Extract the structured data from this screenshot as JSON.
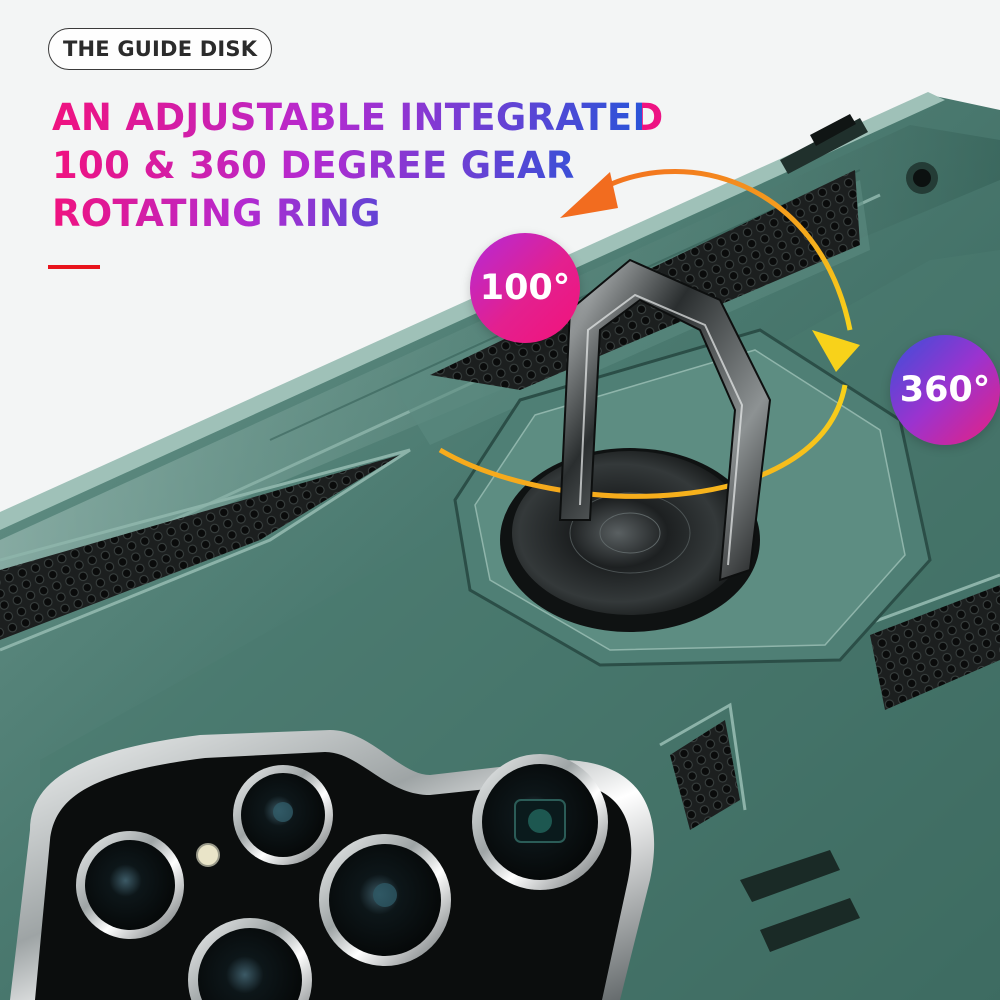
{
  "badge": {
    "label": "THE GUIDE DISK"
  },
  "headline": {
    "line1": "AN ADJUSTABLE INTEGRATED",
    "line2": "100 & 360 DEGREE GEAR",
    "line3": "ROTATING RING"
  },
  "rotation_labels": {
    "small_angle": "100°",
    "full_angle": "360°"
  },
  "colors": {
    "case_green": "#3d6b62",
    "accent_red": "#e8141c",
    "gradient_pink": "#f0127f",
    "gradient_purple": "#b52ad0",
    "gradient_blue": "#2a54d8",
    "arrow_orange": "#f58a1f",
    "arrow_yellow": "#f8d21a"
  }
}
